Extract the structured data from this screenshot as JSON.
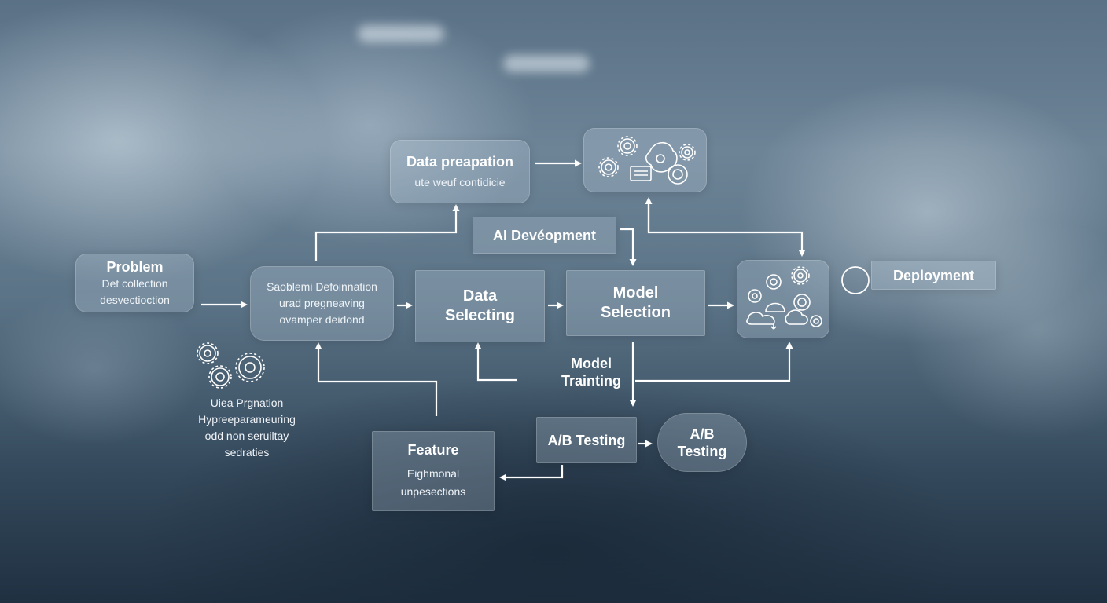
{
  "nodes": {
    "problem": {
      "title": "Problem",
      "lines": [
        "Det collection",
        "desvectioction"
      ]
    },
    "problem_definition": {
      "lines": [
        "Saoblemi Defoinnation",
        "urad pregneaving",
        "ovamper deidond"
      ]
    },
    "data_preparation": {
      "title": "Data preapation",
      "subtitle": "ute weuf contidicie"
    },
    "ai_development": {
      "title": "AI Devéopment"
    },
    "data_selecting": {
      "title_line1": "Data",
      "title_line2": "Selecting"
    },
    "model_selection": {
      "title_line1": "Model",
      "title_line2": "Selection"
    },
    "deployment": {
      "title": "Deployment"
    },
    "model_training": {
      "line1": "Model",
      "line2": "Trainting"
    },
    "feature": {
      "title": "Feature",
      "lines": [
        "Eighmonal",
        "unpesections"
      ]
    },
    "ab_testing_box": {
      "title": "A/B Testing"
    },
    "ab_testing_pill": {
      "line1": "A/B",
      "line2": "Testing"
    },
    "ui_preparation": {
      "lines": [
        "Uiea Prgnation",
        "Hypreeparameuring",
        "odd non seruiltay",
        "sedraties"
      ]
    }
  },
  "icons": [
    "gear-cluster-icon",
    "gear-machine-icon",
    "gear-pair-icon",
    "circle-icon"
  ],
  "colors": {
    "node_fill": "#bed0de",
    "arrow": "#ffffff",
    "background_top": "#6d8497",
    "background_bottom": "#1f3041"
  }
}
